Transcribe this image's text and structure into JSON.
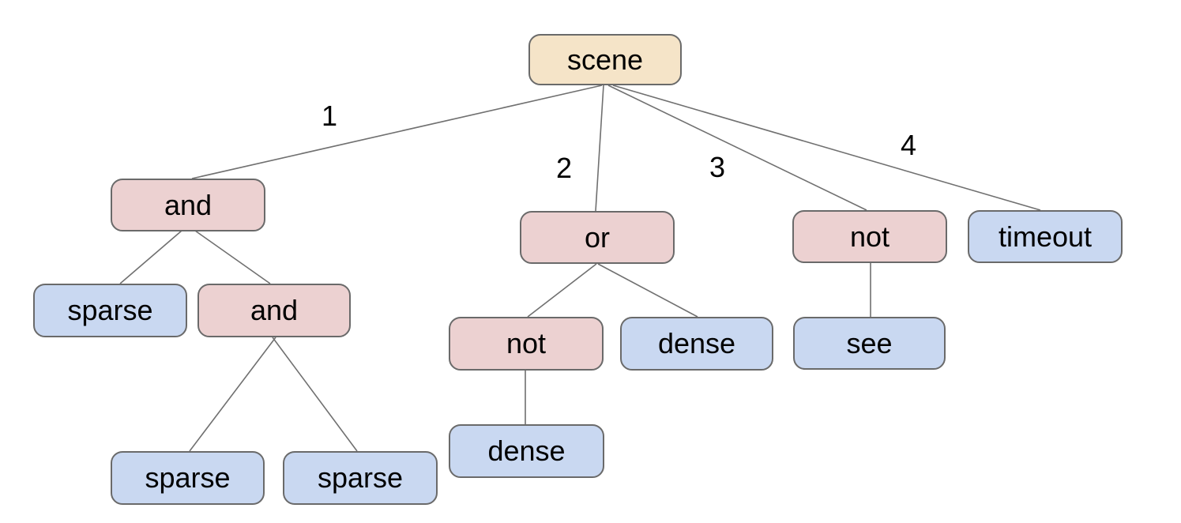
{
  "diagram": {
    "type": "tree",
    "root_id": "scene"
  },
  "colors": {
    "root_fill": "#f5e4c8",
    "operator_fill": "#ecd1d1",
    "leaf_fill": "#c9d8f1",
    "node_border": "#6a6a6a",
    "edge_line": "#707070",
    "text": "#000000",
    "background": "#ffffff"
  },
  "nodes": [
    {
      "id": "scene",
      "label": "scene",
      "kind": "root"
    },
    {
      "id": "and-1",
      "label": "and",
      "kind": "operator"
    },
    {
      "id": "or-1",
      "label": "or",
      "kind": "operator"
    },
    {
      "id": "not-1",
      "label": "not",
      "kind": "operator"
    },
    {
      "id": "timeout-1",
      "label": "timeout",
      "kind": "leaf"
    },
    {
      "id": "sparse-1",
      "label": "sparse",
      "kind": "leaf"
    },
    {
      "id": "and-2",
      "label": "and",
      "kind": "operator"
    },
    {
      "id": "not-2",
      "label": "not",
      "kind": "operator"
    },
    {
      "id": "dense-1",
      "label": "dense",
      "kind": "leaf"
    },
    {
      "id": "see-1",
      "label": "see",
      "kind": "leaf"
    },
    {
      "id": "dense-2",
      "label": "dense",
      "kind": "leaf"
    },
    {
      "id": "sparse-2",
      "label": "sparse",
      "kind": "leaf"
    },
    {
      "id": "sparse-3",
      "label": "sparse",
      "kind": "leaf"
    }
  ],
  "edges": [
    {
      "from": "scene",
      "to": "and-1",
      "label": "1"
    },
    {
      "from": "scene",
      "to": "or-1",
      "label": "2"
    },
    {
      "from": "scene",
      "to": "not-1",
      "label": "3"
    },
    {
      "from": "scene",
      "to": "timeout-1",
      "label": "4"
    },
    {
      "from": "and-1",
      "to": "sparse-1",
      "label": ""
    },
    {
      "from": "and-1",
      "to": "and-2",
      "label": ""
    },
    {
      "from": "or-1",
      "to": "not-2",
      "label": ""
    },
    {
      "from": "or-1",
      "to": "dense-1",
      "label": ""
    },
    {
      "from": "not-1",
      "to": "see-1",
      "label": ""
    },
    {
      "from": "not-2",
      "to": "dense-2",
      "label": ""
    },
    {
      "from": "and-2",
      "to": "sparse-2",
      "label": ""
    },
    {
      "from": "and-2",
      "to": "sparse-3",
      "label": ""
    }
  ]
}
